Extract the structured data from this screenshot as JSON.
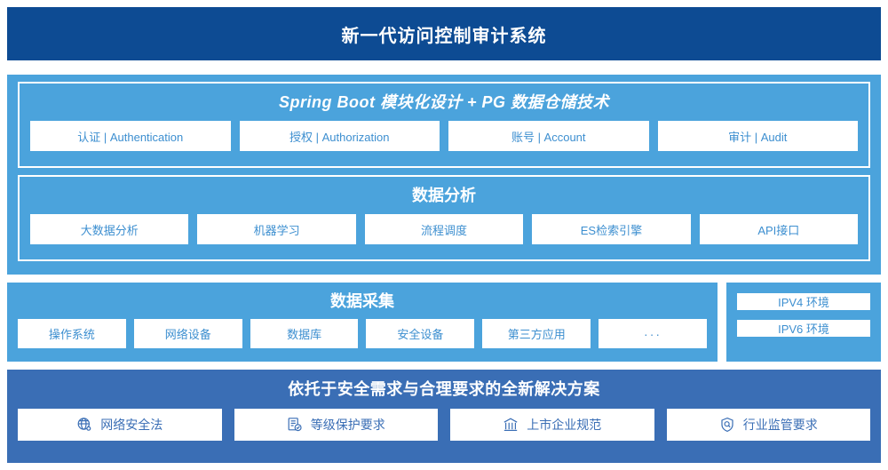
{
  "header": {
    "title": "新一代访问控制审计系统",
    "bg_color": "#0d4b93"
  },
  "platform": {
    "bg_color": "#4ba3dc",
    "springboot": {
      "heading": "Spring Boot 模块化设计 + PG 数据仓储技术",
      "cards": [
        {
          "label": "认证 | Authentication"
        },
        {
          "label": "授权 | Authorization"
        },
        {
          "label": "账号 | Account"
        },
        {
          "label": "审计 | Audit"
        }
      ]
    },
    "analysis": {
      "heading": "数据分析",
      "cards": [
        {
          "label": "大数据分析"
        },
        {
          "label": "机器学习"
        },
        {
          "label": "流程调度"
        },
        {
          "label": "ES检索引擎"
        },
        {
          "label": "API接口"
        }
      ]
    }
  },
  "collection": {
    "heading": "数据采集",
    "cards": [
      {
        "label": "操作系统"
      },
      {
        "label": "网络设备"
      },
      {
        "label": "数据库"
      },
      {
        "label": "安全设备"
      },
      {
        "label": "第三方应用"
      },
      {
        "label": "···"
      }
    ]
  },
  "environments": {
    "items": [
      {
        "label": "IPV4 环境"
      },
      {
        "label": "IPV6 环境"
      }
    ]
  },
  "solution": {
    "heading": "依托于安全需求与合理要求的全新解决方案",
    "bg_color": "#3a6eb5",
    "cards": [
      {
        "label": "网络安全法",
        "icon": "globe-network-icon"
      },
      {
        "label": "等级保护要求",
        "icon": "document-check-icon"
      },
      {
        "label": "上市企业规范",
        "icon": "bank-building-icon"
      },
      {
        "label": "行业监管要求",
        "icon": "shield-search-icon"
      }
    ]
  }
}
